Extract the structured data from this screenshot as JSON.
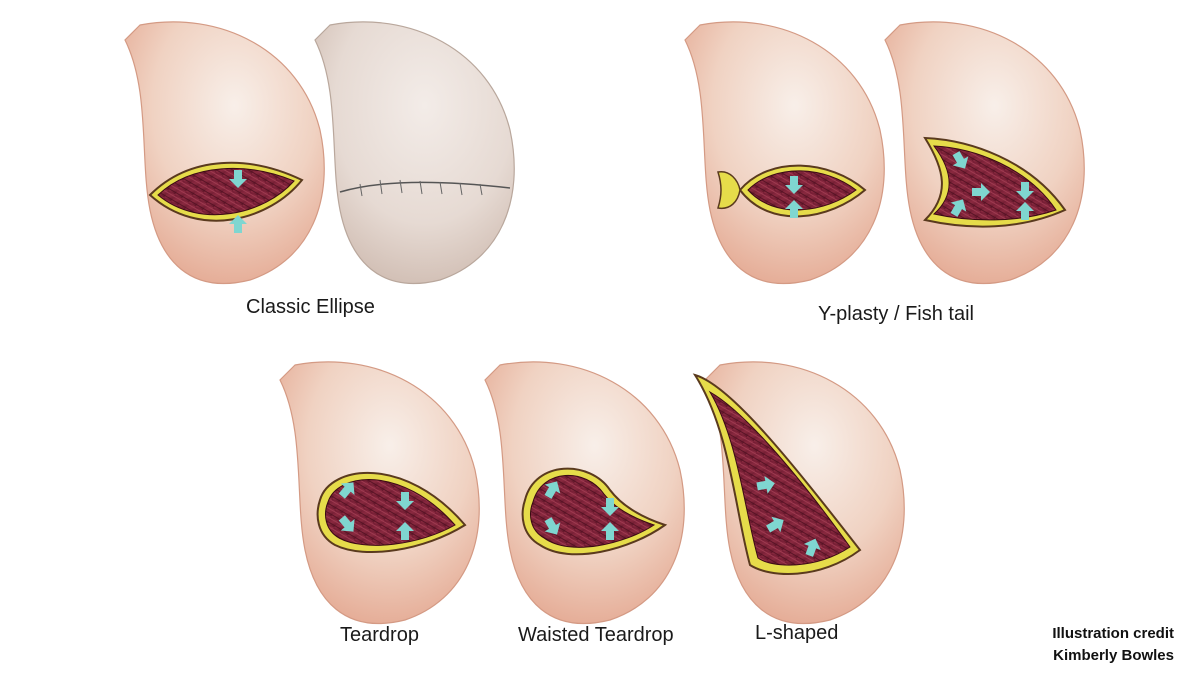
{
  "figure": {
    "panels": [
      {
        "id": "classic-ellipse",
        "label": "Classic Ellipse"
      },
      {
        "id": "y-plasty",
        "label": "Y-plasty / Fish tail"
      },
      {
        "id": "teardrop",
        "label": "Teardrop"
      },
      {
        "id": "waisted-teardrop",
        "label": "Waisted Teardrop"
      },
      {
        "id": "l-shaped",
        "label": "L-shaped"
      }
    ],
    "credit": {
      "line1": "Illustration credit",
      "line2": "Kimberly Bowles"
    },
    "colors": {
      "skin_light": "#f6e8e0",
      "skin_dark": "#e9a98f",
      "skin_outline": "#c98a76",
      "fat_layer": "#e6dc4a",
      "fat_outline": "#6b4a2a",
      "muscle": "#7a1f35",
      "arrow": "#7fd6d0",
      "scar": "#555555"
    }
  }
}
